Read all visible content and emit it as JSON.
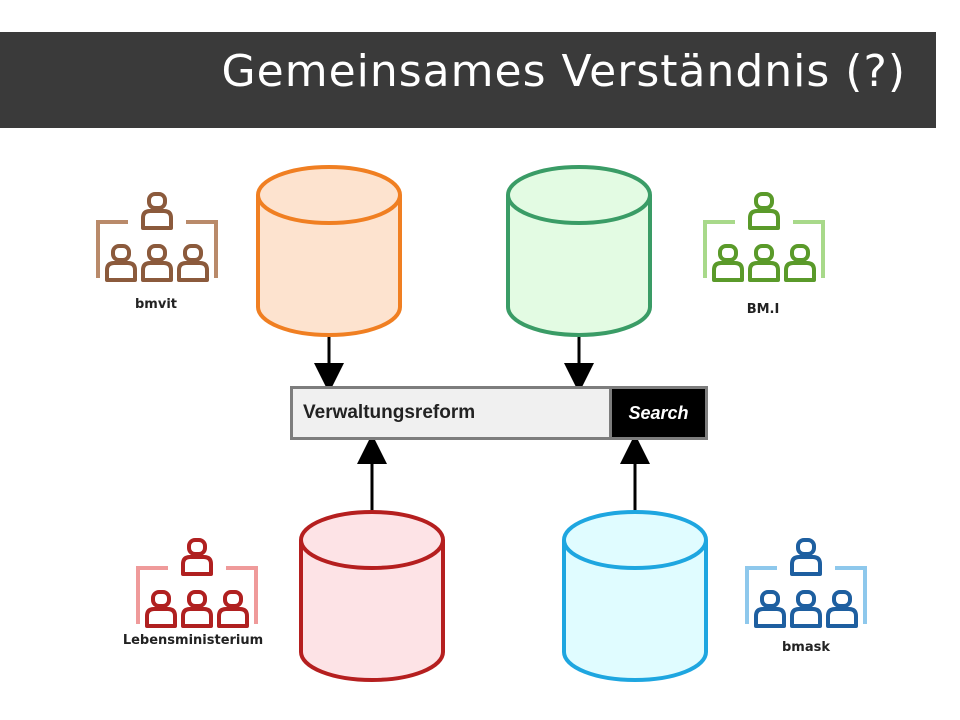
{
  "title": "Gemeinsames Verständnis (?)",
  "search": {
    "value": "Verwaltungsreform",
    "button_label": "Search"
  },
  "organizations": [
    {
      "id": "bmvit",
      "label": "bmvit",
      "color": "#8b5a3c",
      "light": "#b98a6a",
      "db_fill": "#fde3cf",
      "db_stroke": "#f07f22"
    },
    {
      "id": "bmi",
      "label": "BM.I",
      "color": "#5a9a2a",
      "light": "#a8d98a",
      "db_fill": "#e3fbe3",
      "db_stroke": "#3a9c66"
    },
    {
      "id": "lebensministerium",
      "label": "Lebensministerium",
      "color": "#b02020",
      "light": "#ef9a9a",
      "db_fill": "#fde3e6",
      "db_stroke": "#b51f1f"
    },
    {
      "id": "bmask",
      "label": "bmask",
      "color": "#1e5fa0",
      "light": "#8ec8ec",
      "db_fill": "#e0fcff",
      "db_stroke": "#1ea6e0"
    }
  ],
  "colors": {
    "title_bar": "#3a3a3a",
    "arrow": "#000000"
  }
}
